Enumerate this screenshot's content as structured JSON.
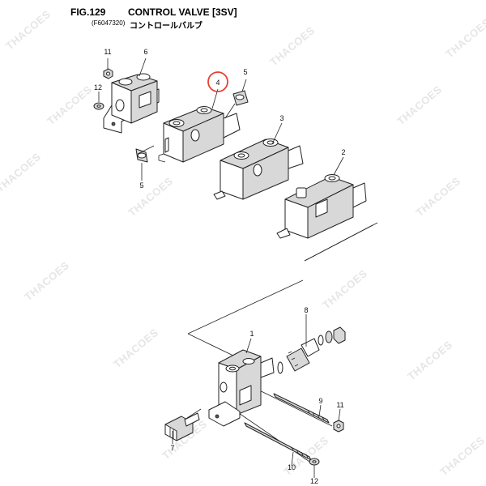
{
  "header": {
    "fig_number": "FIG.129",
    "title": "CONTROL VALVE [3SV]",
    "part_code": "(F6047320)",
    "japanese_title": "コントロールバルブ"
  },
  "watermark": {
    "text": "THACOES"
  },
  "highlight": {
    "color": "#e8402f",
    "part": "4"
  },
  "callouts": {
    "c1": "1",
    "c2": "2",
    "c3": "3",
    "c4": "4",
    "c5a": "5",
    "c5b": "5",
    "c6": "6",
    "c7": "7",
    "c8": "8",
    "c9": "9",
    "c10": "10",
    "c11a": "11",
    "c11b": "11",
    "c12a": "12",
    "c12b": "12"
  }
}
